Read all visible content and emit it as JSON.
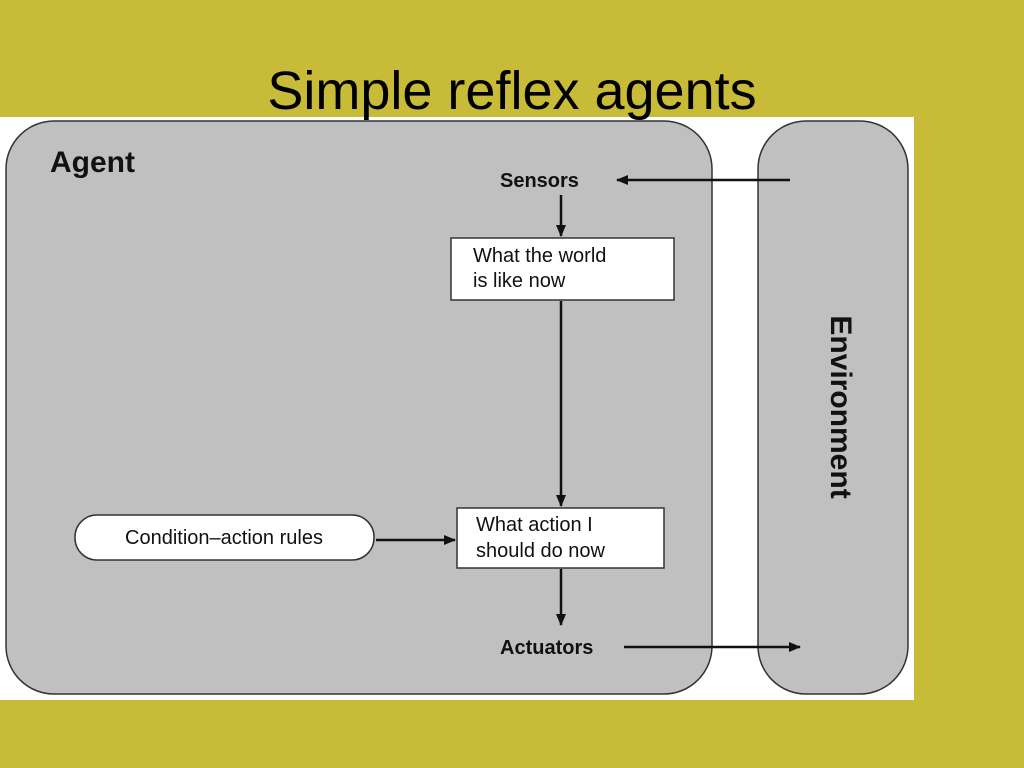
{
  "slide": {
    "title": "Simple reflex agents"
  },
  "diagram": {
    "agent_label": "Agent",
    "environment_label": "Environment",
    "sensors_label": "Sensors",
    "actuators_label": "Actuators",
    "world_box": {
      "line1": "What the world",
      "line2": "is like now"
    },
    "action_box": {
      "line1": "What action I",
      "line2": "should do now"
    },
    "rules_label": "Condition–action rules"
  },
  "colors": {
    "background": "#c8bb38",
    "panel": "#c0c0c0",
    "figure_background": "#ffffff",
    "stroke": "#222222"
  }
}
